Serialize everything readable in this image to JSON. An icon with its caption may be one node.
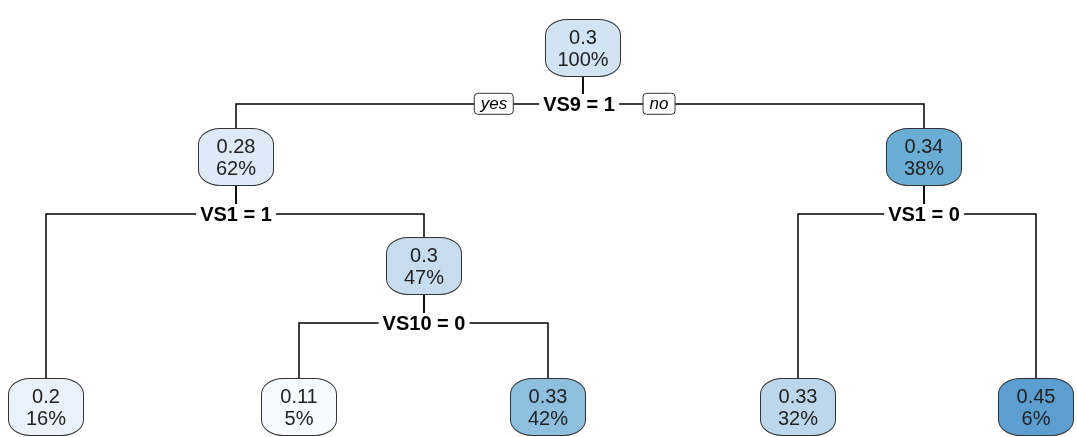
{
  "diagram": {
    "nodes": [
      {
        "text": [
          "0.3",
          "100%"
        ]
      },
      {
        "text": [
          "0.28",
          "62%"
        ]
      },
      {
        "text": [
          "0.34",
          "38%"
        ]
      },
      {
        "text": [
          "0.2",
          "16%"
        ]
      },
      {
        "text": [
          "0.3",
          "47%"
        ]
      },
      {
        "text": [
          "0.11",
          "5%"
        ]
      },
      {
        "text": [
          "0.33",
          "42%"
        ]
      },
      {
        "text": [
          "0.33",
          "32%"
        ]
      },
      {
        "text": [
          "0.45",
          "6%"
        ]
      }
    ],
    "edges": [
      {
        "from": 0,
        "to": 1,
        "arrow": "none",
        "label": "yes"
      },
      {
        "from": 0,
        "to": 2,
        "arrow": "none",
        "label": "no"
      },
      {
        "from": 1,
        "to": 3,
        "arrow": "none"
      },
      {
        "from": 1,
        "to": 4,
        "arrow": "none"
      },
      {
        "from": 2,
        "to": 7,
        "arrow": "none"
      },
      {
        "from": 2,
        "to": 8,
        "arrow": "none"
      },
      {
        "from": 4,
        "to": 5,
        "arrow": "none"
      },
      {
        "from": 4,
        "to": 6,
        "arrow": "none"
      }
    ],
    "labels": [
      "VS9 = 1",
      "VS1 = 1",
      "VS1 = 0",
      "VS10 = 0"
    ]
  }
}
